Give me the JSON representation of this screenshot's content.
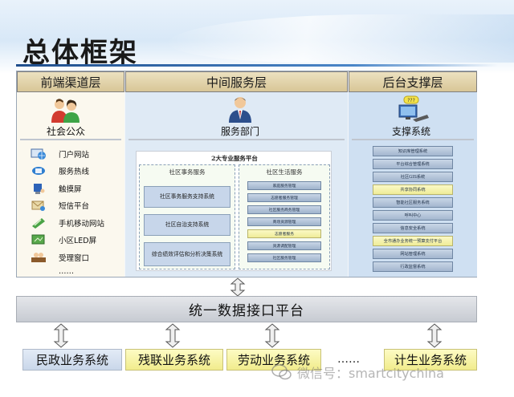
{
  "title": "总体框架",
  "columns": {
    "front": "前端渠道层",
    "middle": "中间服务层",
    "back": "后台支撑层"
  },
  "personas": {
    "front": "社会公众",
    "middle": "服务部门",
    "back": "支撑系统",
    "back_badge": "???"
  },
  "channels": [
    {
      "label": "门户网站",
      "icon": "globe-icon"
    },
    {
      "label": "服务热线",
      "icon": "hotline-icon"
    },
    {
      "label": "触摸屏",
      "icon": "touchscreen-icon"
    },
    {
      "label": "短信平台",
      "icon": "sms-icon"
    },
    {
      "label": "手机移动网站",
      "icon": "mobile-icon"
    },
    {
      "label": "小区LED屏",
      "icon": "led-screen-icon"
    },
    {
      "label": "受理窗口",
      "icon": "service-window-icon"
    },
    {
      "label": "……",
      "icon": ""
    }
  ],
  "platform": {
    "title": "2大专业服务平台",
    "left_title": "社区事务服务",
    "left_items": [
      "社区事务服务支持系统",
      "社区自治支持系统",
      "综合绩效评估和分析决策系统"
    ],
    "right_title": "社区生活服务",
    "right_items": [
      "家庭服务管理",
      "志愿者服务管理",
      "社区服务商务管理",
      "商场资源管理",
      "志愿者服务",
      "资源调配管理",
      "社区服务管理"
    ],
    "right_highlight_index": 4
  },
  "support_items": [
    "知识库管理系统",
    "平台综合管理系统",
    "社区GIS系统",
    "共享协同系统",
    "智能社区服务系统",
    "呼叫中心",
    "信息安全系统",
    "全市通办业务统一预算支付平台",
    "网站管理系统",
    "行政监督系统"
  ],
  "support_highlight_indices": [
    3,
    7
  ],
  "data_platform": "统一数据接口平台",
  "systems": [
    {
      "label": "民政业务系统",
      "style": "blue"
    },
    {
      "label": "残联业务系统",
      "style": "yellow"
    },
    {
      "label": "劳动业务系统",
      "style": "yellow"
    },
    {
      "label": "计生业务系统",
      "style": "yellow"
    }
  ],
  "systems_ellipsis": "……",
  "watermark": "微信号：smartcitychina"
}
